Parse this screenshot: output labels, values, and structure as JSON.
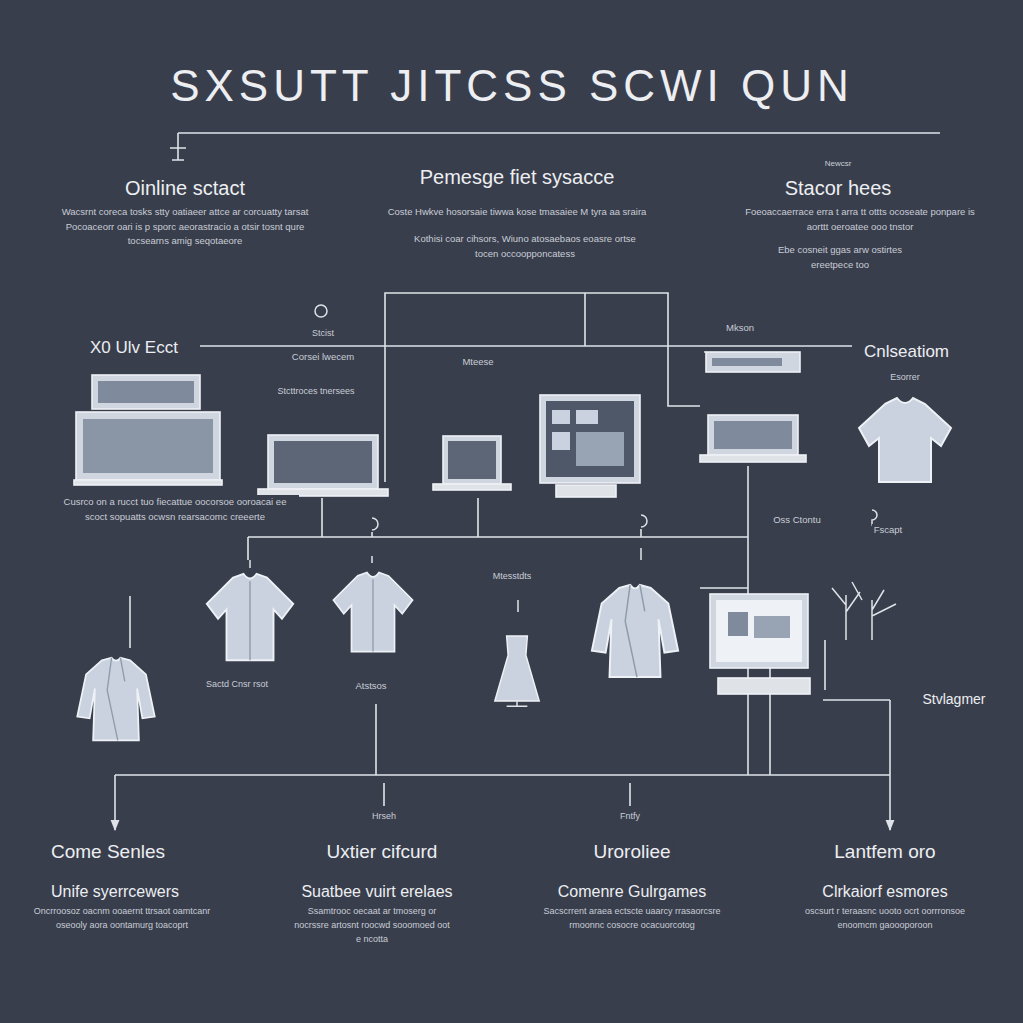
{
  "diagram": {
    "title": "SXSUTT JITCSS SCWI QUN",
    "labels": [
      "Oinline sctact",
      "Wacsrnt coreca tosks stty oatiaeer attce ar corcuatty tarsat Pocoaceorr oari is p sporc aeorastracio a otsir tosnt qure tocsearns amig seqotaeore",
      "Pemesge fiet sysacce",
      "Coste Hwkve hosorsaie tiwwa kose tmasaiee M tyra aa sraira",
      "Kothisi coar cihsors, Wiuno atosaebaos eoasre ortse tocen occoopponcatess",
      "Newcsr",
      "Stacor hees",
      "Foeoaccaerrace erra t arra tt ottts ocoseate ponpare is aorttt oeroatee ooo tnstor",
      "Ebe cosneit ggas arw ostirtes ereetpece too",
      "X0 Ulv Ecct",
      "Stcist",
      "Corsei lwecem",
      "Stcttroces tnersees",
      "Mteese",
      "Mkson",
      "Cnlseatiom",
      "Esorrer",
      "Cusrco on a rucct tuo fiecattue oocorsoe ooroacai ee scoct sopuatts ocwsn rearsacomc creeerte",
      "Oss Ctontu",
      "Fscapt",
      "Mtesstdts",
      "Sactd Cnsr rsot",
      "Atstsos",
      "Stvlagmer",
      "Hrseh",
      "Fntfy",
      "Come Senles",
      "Uxtier cifcurd",
      "Uroroliee",
      "Lantfem oro",
      "Unife syerrcewers",
      "Suatbee vuirt erelaes",
      "Comenre Gulrgames",
      "Clrkaiorf esmores",
      "Oncrroosoz oacnm ooaernt ttrsaot oamtcanr oseooly aora oontamurg toacoprt",
      "Ssamtrooc oecaat ar tmoserg or nocrssre artosnt roocwd sooomoed oot e ncotta",
      "Sacscrrent araea ectscte uaarcy rrasaorcsre rmoonnc cosocre ocacuorcotog",
      "oscsurt r teraasnc uooto ocrt oorrronsoe enoomcm gaoooporoon"
    ]
  }
}
